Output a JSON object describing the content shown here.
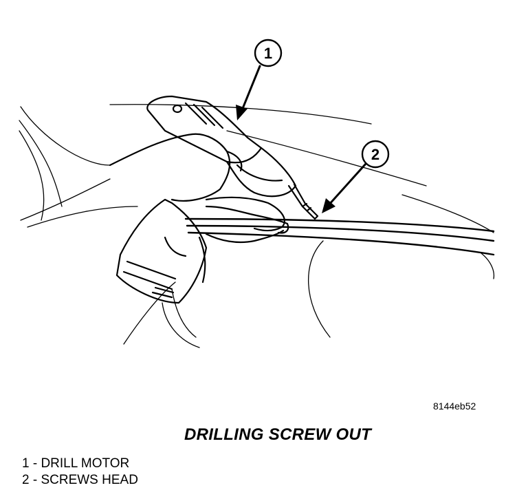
{
  "callouts": [
    {
      "number": "1",
      "label": "DRILL MOTOR"
    },
    {
      "number": "2",
      "label": "SCREWS HEAD"
    }
  ],
  "figure_id": "8144eb52",
  "title": "DRILLING SCREW OUT",
  "legend": [
    "1 - DRILL MOTOR",
    "2 - SCREWS HEAD"
  ],
  "colors": {
    "ink": "#000000",
    "paper": "#ffffff"
  }
}
